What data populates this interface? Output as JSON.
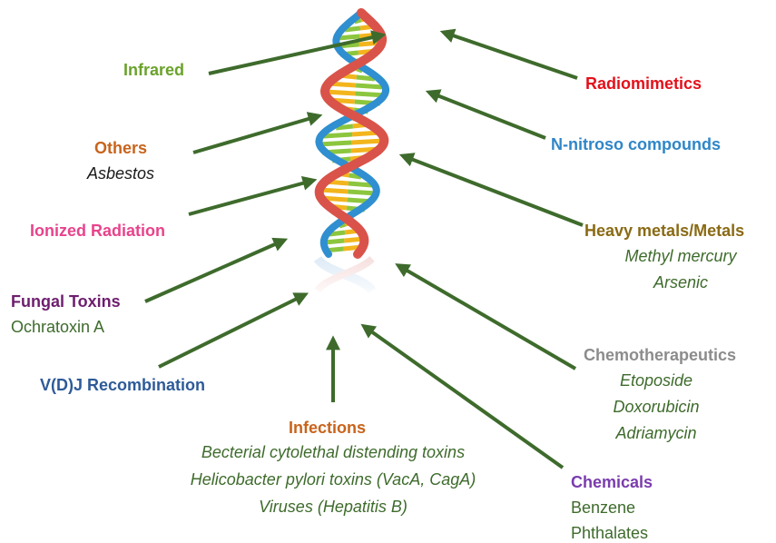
{
  "colors": {
    "arrow": "#3e6b2c",
    "infrared": "#6aa22a",
    "others": "#c8641c",
    "ionized": "#e8438c",
    "fungal": "#6e1e6e",
    "vdj": "#2e5a98",
    "infections": "#c8641c",
    "radiomimetics": "#e3101a",
    "nnitroso": "#2f86c8",
    "heavy": "#8a6a14",
    "chemo": "#8c8c8c",
    "chemicals": "#7a3cae",
    "subtext_green": "#3e6b2c",
    "subtext_black": "#1a1a1a",
    "dna_red": "#d9534a",
    "dna_blue": "#2f8fd0",
    "dna_yellow": "#f3b51c",
    "dna_green": "#8cc63e"
  },
  "labels": {
    "infrared": "Infrared",
    "others": "Others",
    "asbestos": "Asbestos",
    "ionized": "Ionized Radiation",
    "fungal": "Fungal Toxins",
    "ochratoxin": "Ochratoxin A",
    "vdj": "V(D)J Recombination",
    "infections": "Infections",
    "infections_1": "Becterial cytolethal distending toxins",
    "infections_2": "Helicobacter pylori toxins (VacA, CagA)",
    "infections_3": "Viruses (Hepatitis B)",
    "radiomimetics": "Radiomimetics",
    "nnitroso": "N-nitroso compounds",
    "heavy": "Heavy metals/Metals",
    "heavy_1": "Methyl mercury",
    "heavy_2": "Arsenic",
    "chemo": "Chemotherapeutics",
    "chemo_1": "Etoposide",
    "chemo_2": "Doxorubicin",
    "chemo_3": "Adriamycin",
    "chemicals": "Chemicals",
    "chemicals_1": "Benzene",
    "chemicals_2": "Phthalates"
  }
}
